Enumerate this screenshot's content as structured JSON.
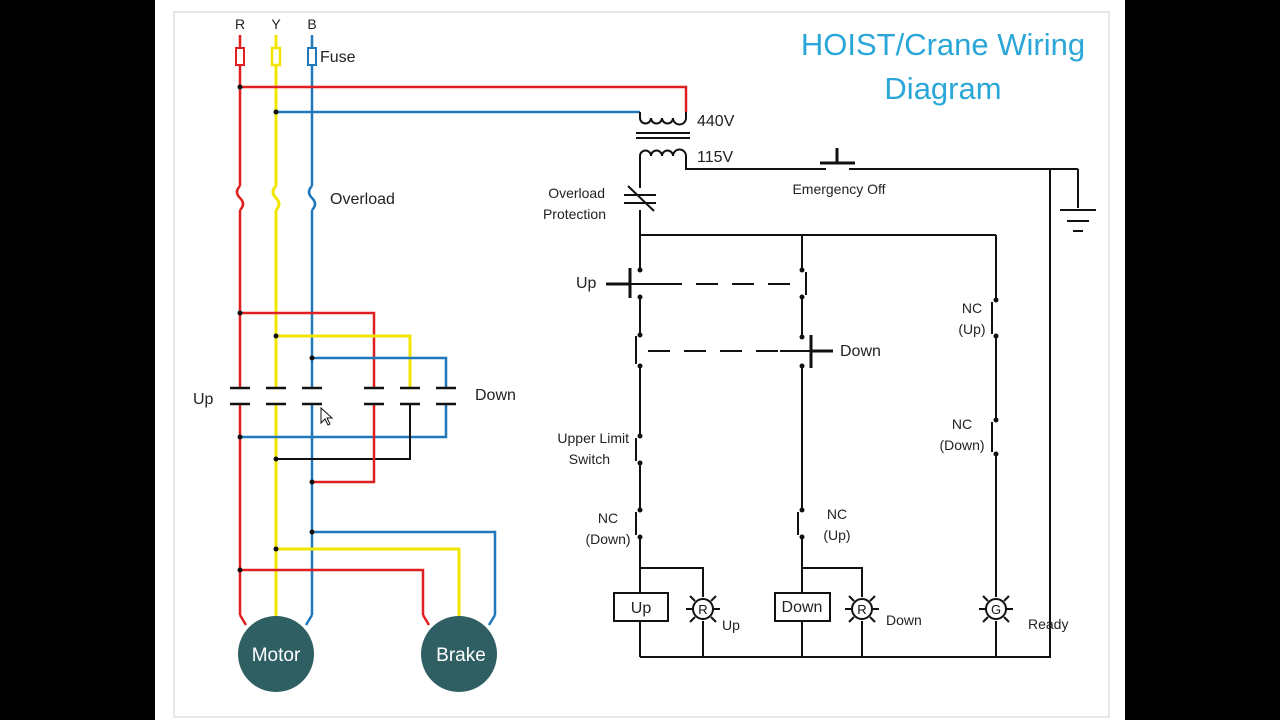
{
  "title": {
    "line1": "HOIST/Crane Wiring",
    "line2": "Diagram"
  },
  "phases": {
    "r": "R",
    "y": "Y",
    "b": "B"
  },
  "power": {
    "fuse": "Fuse",
    "overload": "Overload",
    "up": "Up",
    "down": "Down",
    "motor": "Motor",
    "brake": "Brake"
  },
  "control": {
    "v440": "440V",
    "v115": "115V",
    "emergency_off": "Emergency Off",
    "overload_protection_1": "Overload",
    "overload_protection_2": "Protection",
    "up_button": "Up",
    "down_button": "Down",
    "upper_limit_1": "Upper Limit",
    "upper_limit_2": "Switch",
    "nc": "NC",
    "nc_down": "(Down)",
    "nc_up": "(Up)",
    "up_coil": "Up",
    "down_coil": "Down",
    "lamp_r": "R",
    "lamp_g": "G",
    "lamp_up_label": "Up",
    "lamp_down_label": "Down",
    "ready": "Ready"
  },
  "colors": {
    "red": "#e02020",
    "yellow": "#f2e600",
    "blue": "#1e78bb",
    "title": "#2aa7d8",
    "motor_fill": "#2f5e63"
  }
}
